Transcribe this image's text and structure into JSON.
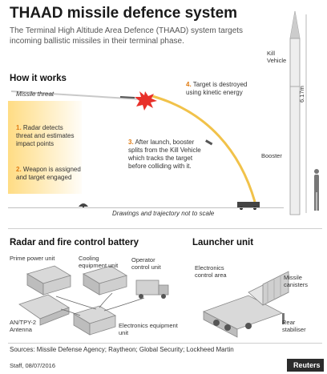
{
  "header": {
    "title": "THAAD missile defence system",
    "subtitle": "The Terminal High Altitude Area Defence (THAAD) system targets incoming ballistic missiles in their terminal phase."
  },
  "how_it_works": {
    "heading": "How it works",
    "missile_threat": "Missile threat",
    "step1_num": "1.",
    "step1_text": "Radar detects threat and estimates impact points",
    "step2_num": "2.",
    "step2_text": "Weapon is assigned and target engaged",
    "step3_num": "3.",
    "step3_text": "After launch, booster splits from the Kill Vehicle which tracks the target before colliding with it.",
    "step4_num": "4.",
    "step4_text": "Target is destroyed using kinetic energy",
    "scale_note": "Drawings and trajectory not to scale"
  },
  "missile_figure": {
    "kill_vehicle": "Kill Vehicle",
    "booster": "Booster",
    "height": "6.17m"
  },
  "radar_section": {
    "heading": "Radar and fire control battery",
    "labels": {
      "prime_power": "Prime power unit",
      "cooling": "Cooling equipment unit",
      "operator": "Operator control unit",
      "antenna": "AN/TPY-2 Antenna",
      "electronics_equipment": "Electronics equipment unit"
    }
  },
  "launcher_section": {
    "heading": "Launcher unit",
    "labels": {
      "electronics_control": "Electronics control area",
      "canisters": "Missile canisters",
      "stabiliser": "Rear stabiliser"
    }
  },
  "footer": {
    "sources": "Sources: Missile Defense Agency; Raytheon; Global Security; Lockheed Martin",
    "staff": "Staff, 08/07/2016",
    "brand": "Reuters"
  },
  "colors": {
    "accent": "#e07a10",
    "explosion": "#e8302a",
    "trajectory": "#f1c24a",
    "panel": "#ffd66e"
  }
}
